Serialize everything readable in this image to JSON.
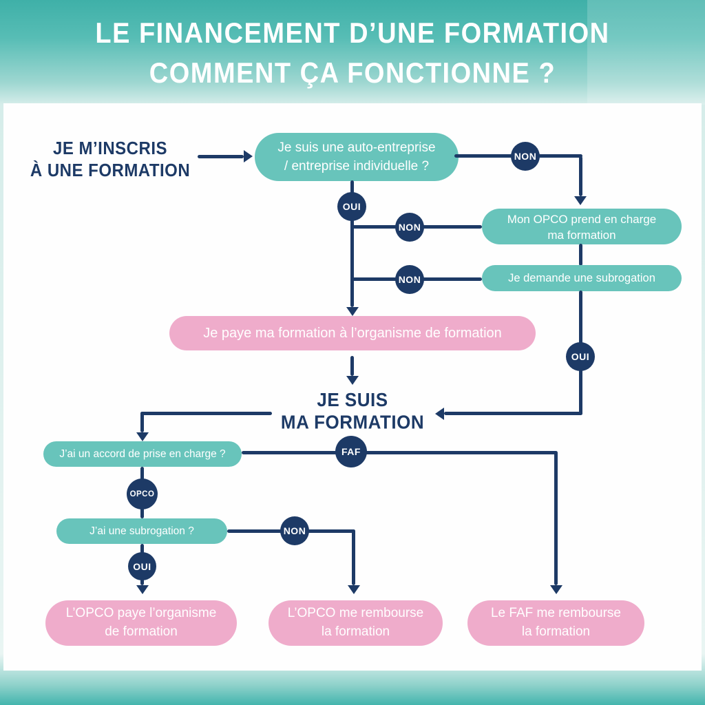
{
  "title": {
    "line1": "LE FINANCEMENT D’UNE FORMATION",
    "line2": "COMMENT ÇA FONCTIONNE ?"
  },
  "colors": {
    "navy": "#1d3a66",
    "teal_box": "#68c4bb",
    "pink_box": "#efaccb",
    "background_teal": "#45b4ac",
    "panel_white": "#fefefe",
    "title_text": "#ffffff"
  },
  "flow": {
    "start": {
      "line1": "JE M’INSCRIS",
      "line2": "À UNE FORMATION"
    },
    "q_auto": {
      "line1": "Je suis une auto-entreprise",
      "line2": "/ entreprise individuelle ?"
    },
    "opco_charge": {
      "line1": "Mon OPCO prend en charge",
      "line2": "ma formation"
    },
    "demande_subrogation": {
      "label": "Je demande une subrogation"
    },
    "paye_formation": {
      "label": "Je paye ma formation à l’organisme de formation"
    },
    "je_suis": {
      "line1": "JE SUIS",
      "line2": "MA FORMATION"
    },
    "accord": {
      "label": "J’ai un accord de prise en charge ?"
    },
    "subrogation": {
      "label": "J’ai une subrogation ?"
    },
    "opco_paye": {
      "line1": "L’OPCO paye l’organisme",
      "line2": "de formation"
    },
    "opco_rembourse": {
      "line1": "L’OPCO me rembourse",
      "line2": "la formation"
    },
    "faf_rembourse": {
      "line1": "Le FAF me rembourse",
      "line2": "la formation"
    },
    "badges": {
      "oui_top": "OUI",
      "non_top": "NON",
      "non_branch1": "NON",
      "non_branch2": "NON",
      "oui_right": "OUI",
      "faf": "FAF",
      "opco": "OPCO",
      "non_subrogation": "NON",
      "oui_subrogation": "OUI"
    }
  }
}
